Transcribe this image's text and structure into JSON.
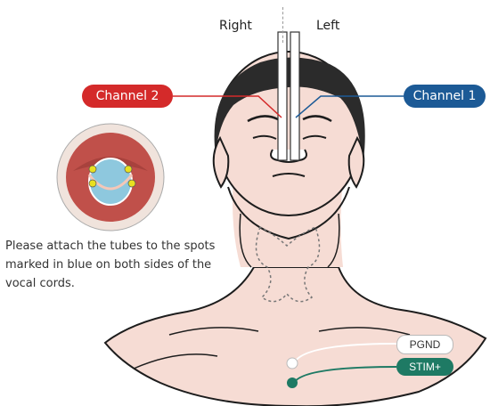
{
  "labels": {
    "right": "Right",
    "left": "Left",
    "channel_2": "Channel 2",
    "channel_1": "Channel 1",
    "pgnd": "PGND",
    "stim": "STIM+"
  },
  "instruction": "Please attach the tubes to the spots marked in blue on both sides of the vocal cords.",
  "colors": {
    "channel_2": "#d42a2a",
    "channel_1": "#1c5a96",
    "stim": "#1e7a64",
    "skin": "#f6dcd4",
    "hair": "#2b2b2b",
    "electrode_dot": "#e8e020",
    "target_spot": "#8ec8de"
  },
  "icons": {
    "vocal_cords_inset": "vocal-cords-icon",
    "thyroid_outline": "thyroid-outline"
  }
}
